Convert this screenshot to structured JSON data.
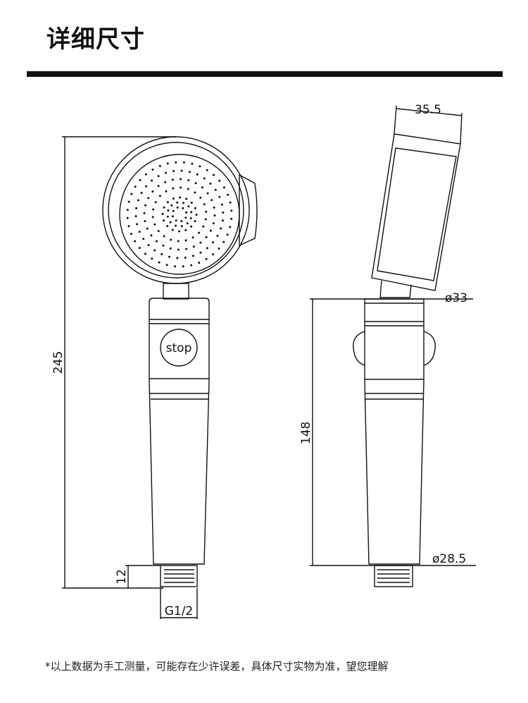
{
  "header": {
    "title": "详细尺寸"
  },
  "dimensions": {
    "total_length": "245",
    "connector_length": "12",
    "thread": "G1/2",
    "head_depth": "35.5",
    "handle_top_diameter": "ø33",
    "handle_length": "148",
    "handle_bottom_diameter": "ø28.5"
  },
  "button": {
    "label": "stop"
  },
  "footer": {
    "note": "*以上数据为手工测量，可能存在少许误差，具体尺寸实物为准，望您理解"
  },
  "colors": {
    "line": "#111111",
    "background": "#ffffff"
  }
}
